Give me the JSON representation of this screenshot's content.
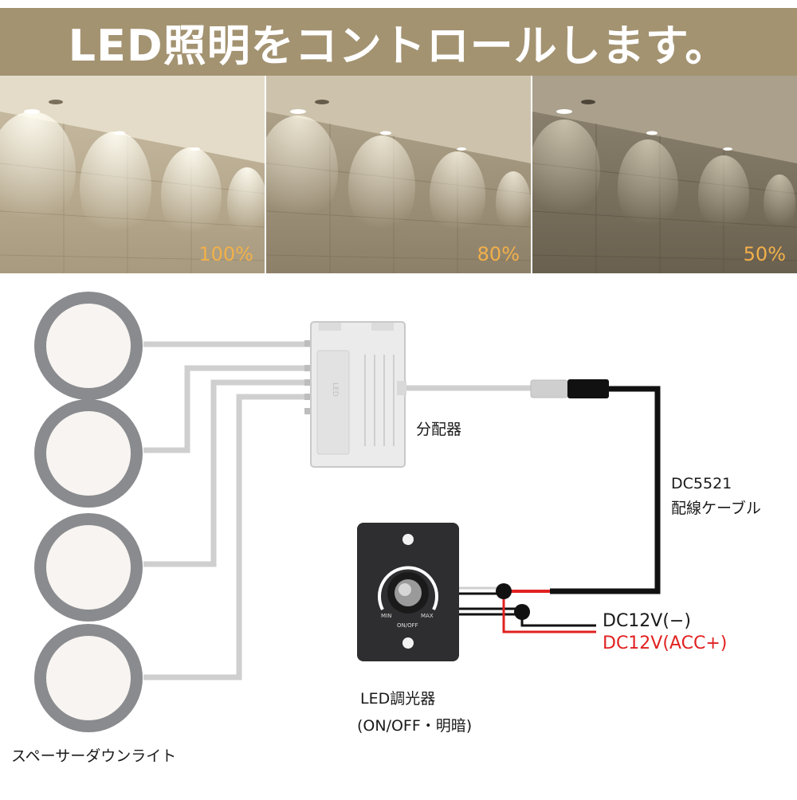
{
  "header": {
    "title": "LED照明をコントロールします。"
  },
  "brightness_photos": [
    {
      "level": "100%"
    },
    {
      "level": "80%"
    },
    {
      "level": "50%"
    }
  ],
  "diagram": {
    "splitter_label": "分配器",
    "cable_label_line1": "DC5521",
    "cable_label_line2": "配線ケーブル",
    "negative_label": "DC12V(−)",
    "positive_label": "DC12V(ACC+)",
    "dimmer_label_line1": "LED調光器",
    "dimmer_label_line2": "(ON/OFF・明暗)",
    "downlight_label": "スペーサーダウンライト",
    "knob_min": "MIN",
    "knob_max": "MAX",
    "knob_onoff": "ON/OFF",
    "splitter_brand": "LED"
  },
  "colors": {
    "banner": "#a39371",
    "percent_text": "#f2b04a",
    "positive_wire": "#e12121",
    "negative_wire": "#111111",
    "light_cable": "#cfcfcf"
  }
}
